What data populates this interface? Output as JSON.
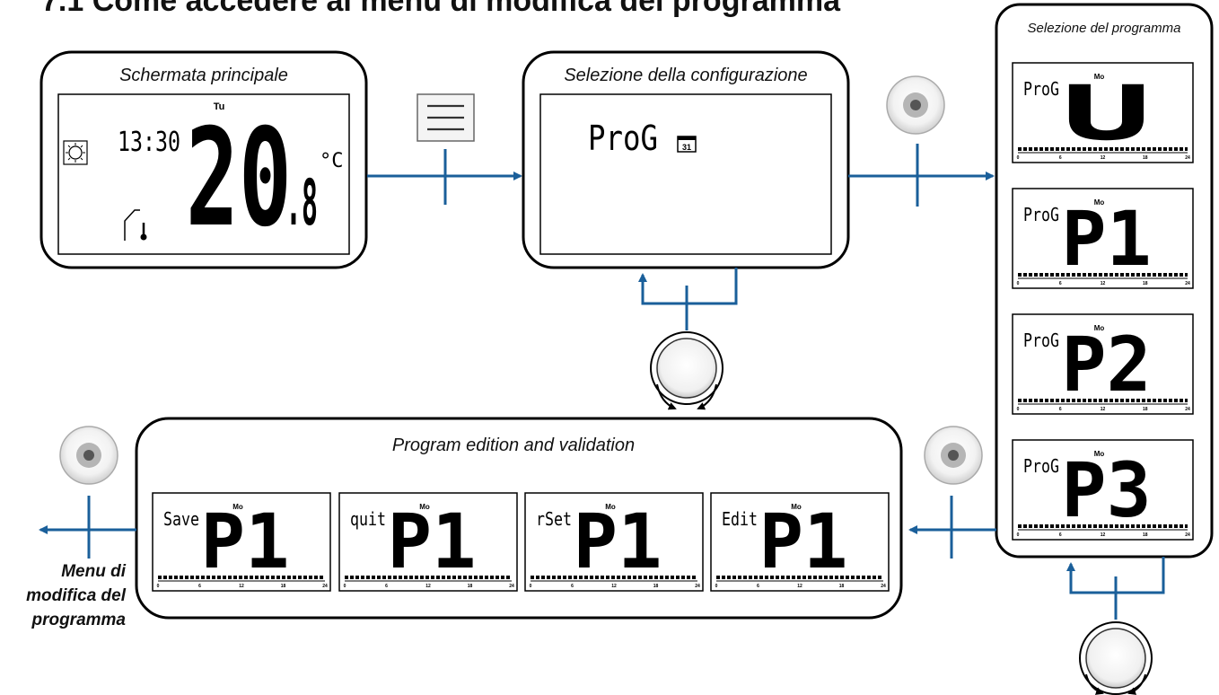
{
  "heading": "7.1 Come accedere al menu di modifica del programma",
  "main_screen": {
    "title": "Schermata principale",
    "day": "Tu",
    "time": "13:30",
    "temp_main": "20",
    "temp_decimal": ".8",
    "unit": "°C"
  },
  "config_screen": {
    "title": "Selezione della configurazione",
    "label": "ProG",
    "calendar": "31"
  },
  "program_select": {
    "title": "Selezione del programma",
    "panels": [
      {
        "label": "ProG",
        "day": "Mo",
        "value": "U"
      },
      {
        "label": "ProG",
        "day": "Mo",
        "value": "P1"
      },
      {
        "label": "ProG",
        "day": "Mo",
        "value": "P2"
      },
      {
        "label": "ProG",
        "day": "Mo",
        "value": "P3"
      }
    ]
  },
  "edition": {
    "title": "Program edition and validation",
    "panels": [
      {
        "label": "Save",
        "day": "Mo",
        "value": "P1"
      },
      {
        "label": "quit",
        "day": "Mo",
        "value": "P1"
      },
      {
        "label": "rSet",
        "day": "Mo",
        "value": "P1"
      },
      {
        "label": "Edit",
        "day": "Mo",
        "value": "P1"
      }
    ]
  },
  "timeline_ticks": [
    "0",
    "6",
    "12",
    "18",
    "24"
  ],
  "exit_caption": [
    "Menu di",
    "modifica del",
    "programma"
  ],
  "colors": {
    "arrow": "#1a5f9a",
    "frame": "#000000"
  }
}
